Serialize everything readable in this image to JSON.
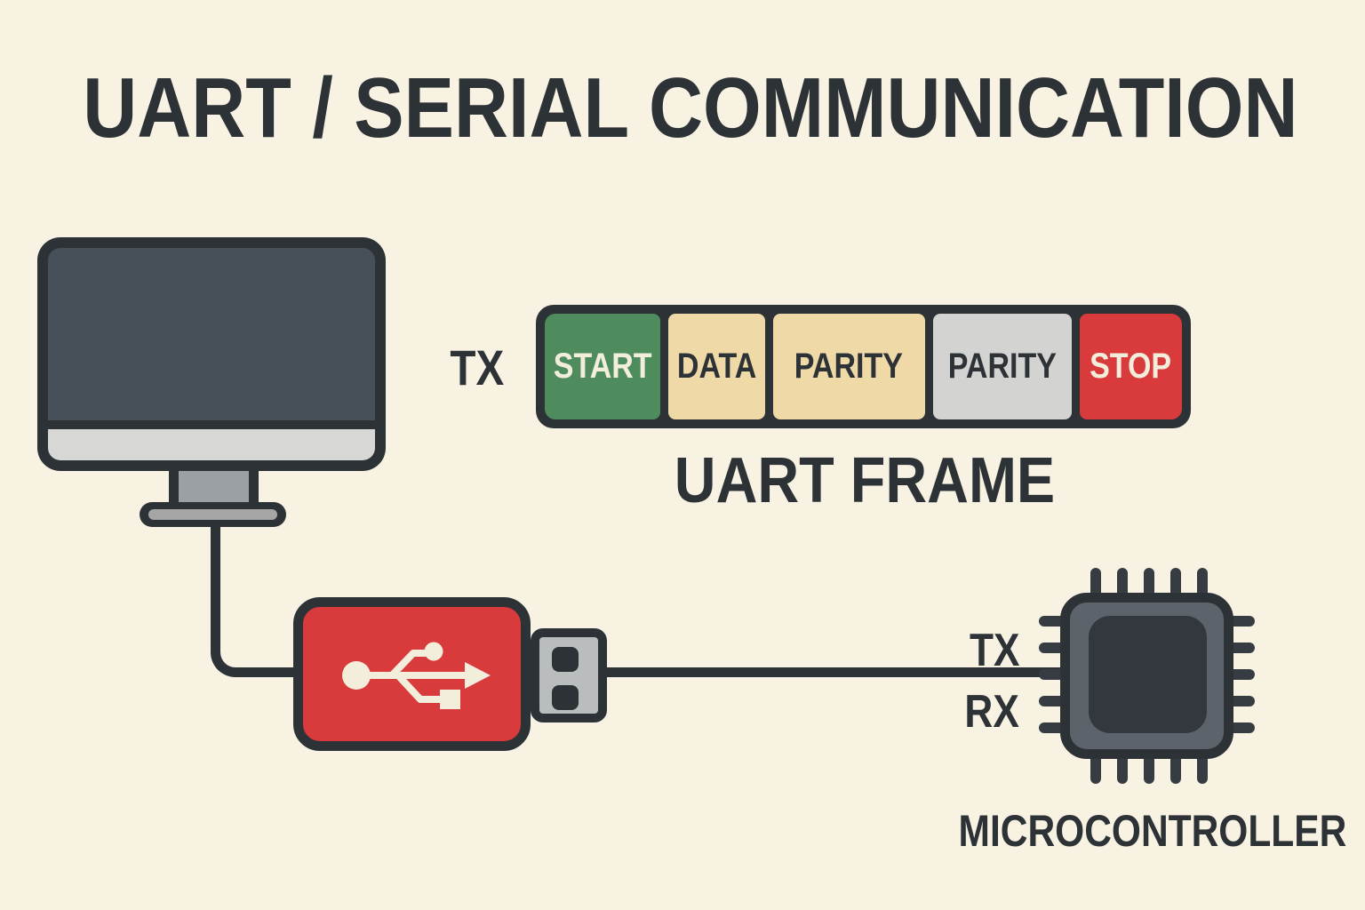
{
  "title": "UART / SERIAL COMMUNICATION",
  "uart_frame": {
    "tx_label": "TX",
    "caption": "UART FRAME",
    "segments": [
      {
        "label": "START",
        "bg": "#4e8c5e",
        "fg": "#f3eedc"
      },
      {
        "label": "DATA",
        "bg": "#eed9a7",
        "fg": "#2d3237"
      },
      {
        "label": "PARITY",
        "bg": "#eed9a7",
        "fg": "#2d3237"
      },
      {
        "label": "PARITY",
        "bg": "#d3d3d2",
        "fg": "#2d3237"
      },
      {
        "label": "STOP",
        "bg": "#d93a3c",
        "fg": "#f3eedc"
      }
    ]
  },
  "microcontroller": {
    "label": "MICROCONTROLLER",
    "tx_label": "TX",
    "rx_label": "RX"
  },
  "icons": {
    "computer": "desktop-monitor-icon",
    "usb": "usb-trident-icon",
    "chip": "microcontroller-chip-icon"
  },
  "colors": {
    "background": "#f8f2e2",
    "ink": "#2d3237",
    "cream": "#f3eedc",
    "red": "#d93a3c",
    "green": "#4e8c5e",
    "tan": "#eed9a7",
    "light_gray": "#d3d3d2",
    "screen": "#475059",
    "chip_body": "#5d636a",
    "chip_core": "#33383e",
    "plug_metal": "#babdbe"
  }
}
